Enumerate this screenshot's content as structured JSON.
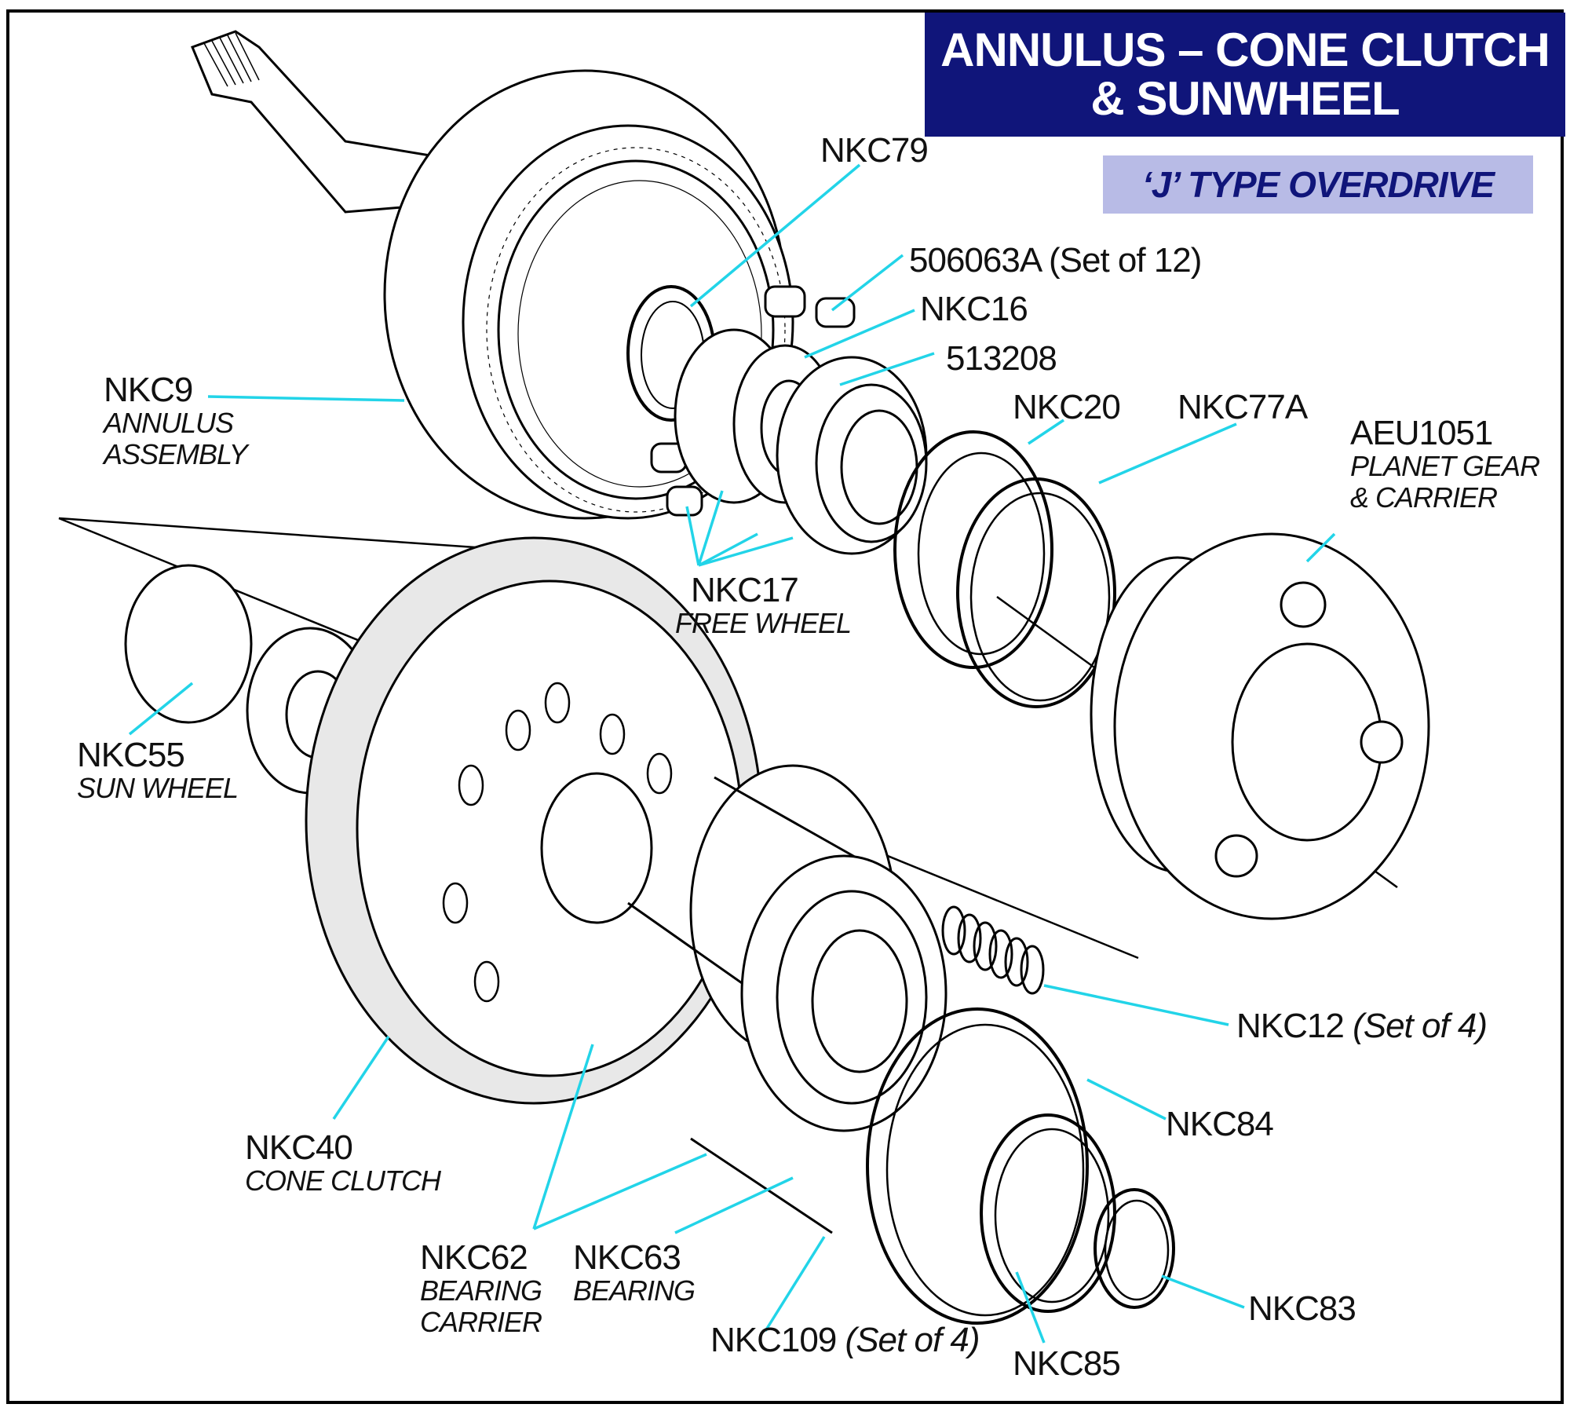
{
  "title": {
    "line1": "ANNULUS – CONE CLUTCH",
    "line2": "& SUNWHEEL",
    "background_color": "#10157a",
    "text_color": "#ffffff"
  },
  "subtitle": {
    "text": "‘J’ TYPE OVERDRIVE",
    "background_color": "#b8bbe6",
    "text_color": "#10157a"
  },
  "leader_color": "#22d4e8",
  "parts": [
    {
      "id": "NKC79",
      "number": "NKC79"
    },
    {
      "id": "506063A",
      "number": "506063A",
      "qty": "(Set of 12)"
    },
    {
      "id": "NKC16",
      "number": "NKC16"
    },
    {
      "id": "513208",
      "number": "513208"
    },
    {
      "id": "NKC9",
      "number": "NKC9",
      "desc1": "ANNULUS",
      "desc2": "ASSEMBLY"
    },
    {
      "id": "NKC20",
      "number": "NKC20"
    },
    {
      "id": "NKC77A",
      "number": "NKC77A"
    },
    {
      "id": "AEU1051",
      "number": "AEU1051",
      "desc1": "PLANET GEAR",
      "desc2": "& CARRIER"
    },
    {
      "id": "NKC17",
      "number": "NKC17",
      "desc1": "FREE WHEEL"
    },
    {
      "id": "NKC55",
      "number": "NKC55",
      "desc1": "SUN WHEEL"
    },
    {
      "id": "NKC12",
      "number": "NKC12",
      "qty": "(Set of 4)"
    },
    {
      "id": "NKC84",
      "number": "NKC84"
    },
    {
      "id": "NKC40",
      "number": "NKC40",
      "desc1": "CONE CLUTCH"
    },
    {
      "id": "NKC62",
      "number": "NKC62",
      "desc1": "BEARING",
      "desc2": "CARRIER"
    },
    {
      "id": "NKC63",
      "number": "NKC63",
      "desc1": "BEARING"
    },
    {
      "id": "NKC109",
      "number": "NKC109",
      "qty": "(Set of 4)"
    },
    {
      "id": "NKC83",
      "number": "NKC83"
    },
    {
      "id": "NKC85",
      "number": "NKC85"
    }
  ]
}
